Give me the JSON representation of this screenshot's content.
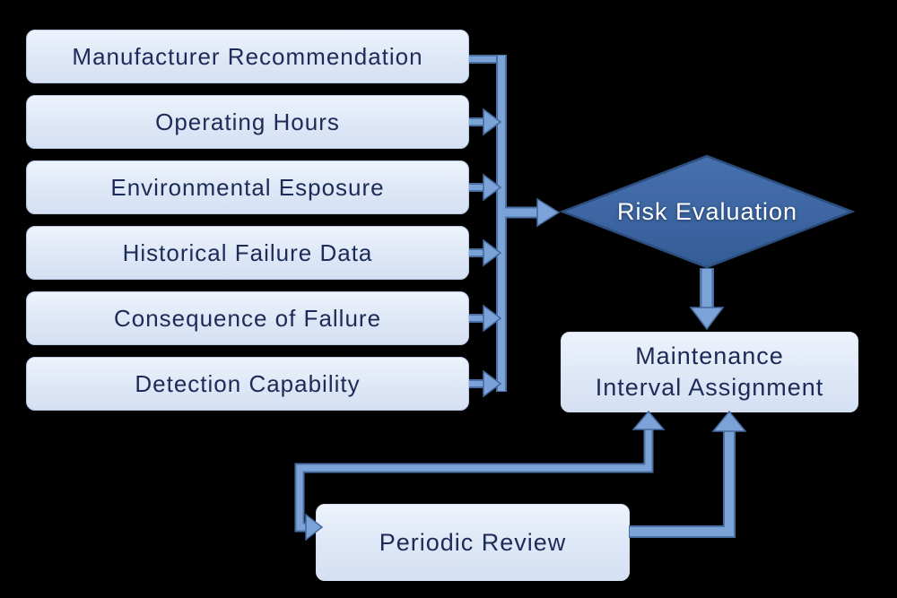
{
  "background_color": "#000000",
  "palette": {
    "node_fill": "#dde7f6",
    "node_border": "#b7c8e5",
    "node_text": "#1c2b57",
    "connector_dark": "#4a6fa3",
    "connector_light": "#7ca3d8",
    "diamond_fill": "#3a64a0",
    "diamond_border": "#2b4d7d",
    "diamond_text": "#ffffff"
  },
  "flowchart": {
    "inputs": [
      {
        "label": "Manufacturer Recommendation"
      },
      {
        "label": "Operating Hours"
      },
      {
        "label": "Environmental Esposure"
      },
      {
        "label": "Historical Failure Data"
      },
      {
        "label": "Consequence of Fallure"
      },
      {
        "label": "Detection Capability"
      }
    ],
    "decision": {
      "label": "Risk Evaluation"
    },
    "assignment": {
      "line1": "Maintenance",
      "line2": "Interval Assignment"
    },
    "review": {
      "label": "Periodic Review"
    }
  }
}
